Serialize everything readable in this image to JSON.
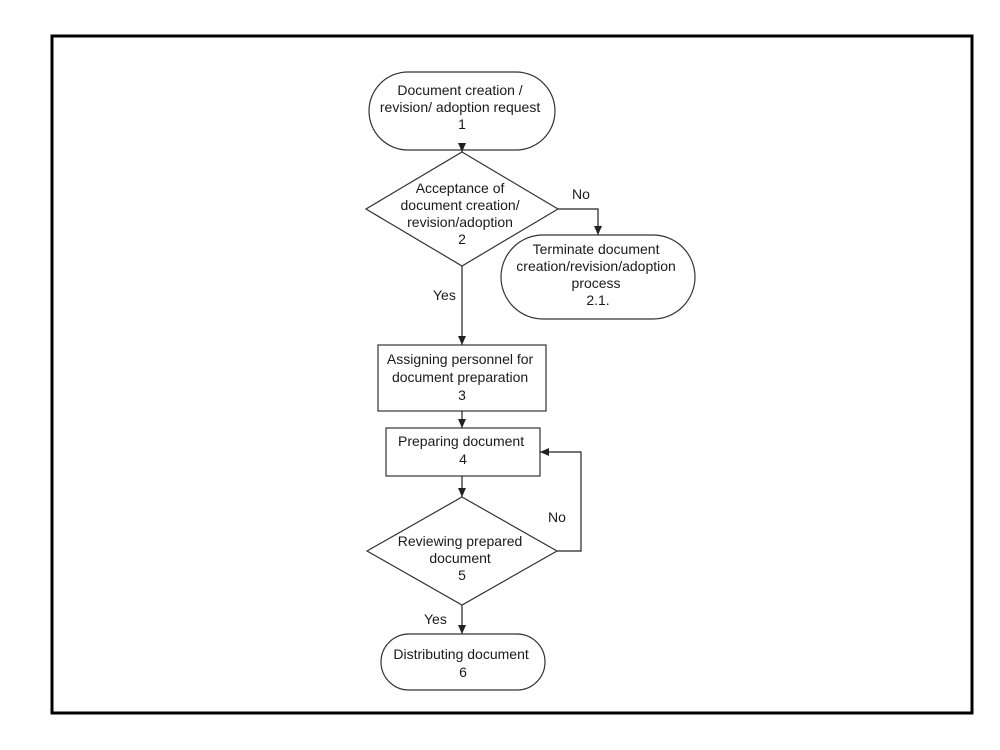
{
  "diagram": {
    "nodes": {
      "n1": {
        "shape": "terminator",
        "lines": [
          "Document creation /",
          "revision/ adoption request",
          "1"
        ]
      },
      "n2": {
        "shape": "decision",
        "lines": [
          "Acceptance of",
          "document creation/",
          "revision/adoption",
          "2"
        ]
      },
      "n21": {
        "shape": "terminator",
        "lines": [
          "Terminate document",
          "creation/revision/adoption",
          "process",
          "2.1."
        ]
      },
      "n3": {
        "shape": "process",
        "lines": [
          "Assigning personnel for",
          "document preparation",
          "3"
        ]
      },
      "n4": {
        "shape": "process",
        "lines": [
          "Preparing document",
          "4"
        ]
      },
      "n5": {
        "shape": "decision",
        "lines": [
          "Reviewing prepared",
          "document",
          "5"
        ]
      },
      "n6": {
        "shape": "terminator",
        "lines": [
          "Distributing document",
          "6"
        ]
      }
    },
    "edges": {
      "e1_2": {
        "from": "1",
        "to": "2",
        "label": ""
      },
      "e2_21": {
        "from": "2",
        "to": "2.1.",
        "label": "No"
      },
      "e2_3": {
        "from": "2",
        "to": "3",
        "label": "Yes"
      },
      "e3_4": {
        "from": "3",
        "to": "4",
        "label": ""
      },
      "e4_5": {
        "from": "4",
        "to": "5",
        "label": ""
      },
      "e5_4": {
        "from": "5",
        "to": "4",
        "label": "No"
      },
      "e5_6": {
        "from": "5",
        "to": "6",
        "label": "Yes"
      }
    },
    "colors": {
      "stroke": "#333333",
      "frame": "#000000",
      "fill": "#ffffff",
      "text": "#1a1a1a"
    }
  }
}
